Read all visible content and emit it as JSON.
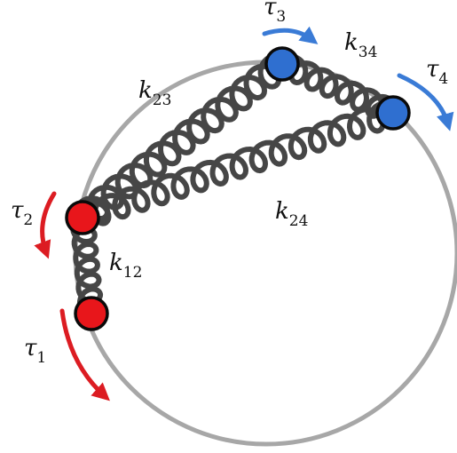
{
  "colors": {
    "ring": "#a7a7a7",
    "spring": "#464646",
    "red_mass": "#e8161b",
    "blue_mass": "#2f6fd0",
    "red_arrow": "#dc1c22",
    "blue_arrow": "#3a7bd6",
    "outline": "#0a0a0a"
  },
  "masses": [
    {
      "id": "m1",
      "color": "red"
    },
    {
      "id": "m2",
      "color": "red"
    },
    {
      "id": "m3",
      "color": "blue"
    },
    {
      "id": "m4",
      "color": "blue"
    }
  ],
  "springs": [
    {
      "from": "m1",
      "to": "m2",
      "label": {
        "base": "k",
        "sub": "12"
      }
    },
    {
      "from": "m2",
      "to": "m3",
      "label": {
        "base": "k",
        "sub": "23"
      }
    },
    {
      "from": "m2",
      "to": "m4",
      "label": {
        "base": "k",
        "sub": "24"
      }
    },
    {
      "from": "m3",
      "to": "m4",
      "label": {
        "base": "k",
        "sub": "34"
      }
    }
  ],
  "torques": [
    {
      "label": {
        "base": "τ",
        "sub": "1"
      },
      "color": "red"
    },
    {
      "label": {
        "base": "τ",
        "sub": "2"
      },
      "color": "red"
    },
    {
      "label": {
        "base": "τ",
        "sub": "3"
      },
      "color": "blue"
    },
    {
      "label": {
        "base": "τ",
        "sub": "4"
      },
      "color": "blue"
    }
  ]
}
